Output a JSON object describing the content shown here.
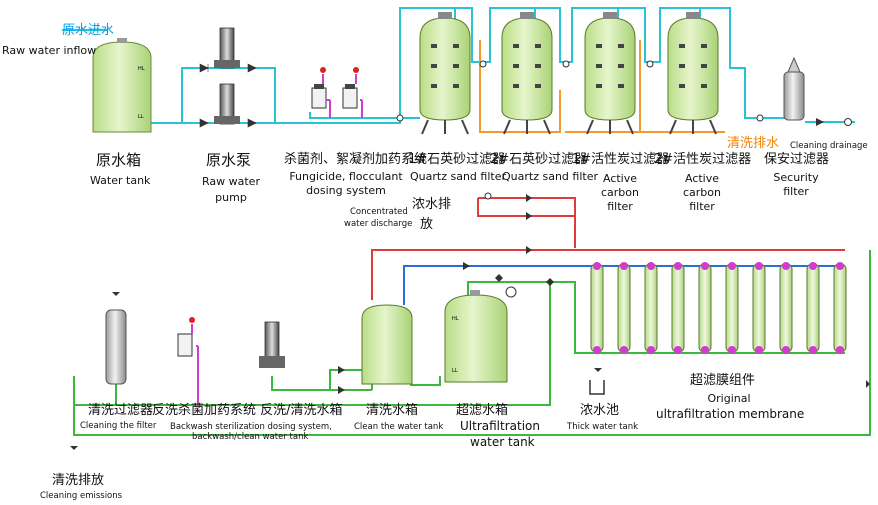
{
  "colors": {
    "cyan_pipe": "#28c3d4",
    "red_pipe": "#e23b3b",
    "green_pipe": "#3cb83c",
    "blue_pipe": "#2a6fd6",
    "orange_pipe": "#f39a2b",
    "magenta_pipe": "#d23ad2",
    "tank_green": "#cfe9a6",
    "label_cyan": "#00a0e9",
    "label_orange": "#f08300"
  },
  "labels": {
    "raw_water_inflow_cn": "原水进水",
    "raw_water_inflow_en": "Raw water inflow",
    "raw_tank_cn": "原水箱",
    "raw_tank_en": "Water tank",
    "raw_pump_cn": "原水泵",
    "raw_pump_en1": "Raw water",
    "raw_pump_en2": "pump",
    "dosing_cn": "杀菌剂、絮凝剂加药系统",
    "dosing_en1": "Fungicide, flocculant",
    "dosing_en2": "dosing system",
    "sand1_cn": "1#石英砂过滤器",
    "sand1_en": "Quartz sand filter",
    "sand2_cn": "2#石英砂过滤器",
    "sand2_en": "Quartz sand filter",
    "carbon1_cn": "1#活性炭过滤器",
    "carbon1_en1": "Active",
    "carbon1_en2": "carbon",
    "carbon1_en3": "filter",
    "carbon2_cn": "2#活性炭过滤器",
    "carbon2_en1": "Active",
    "carbon2_en2": "carbon",
    "carbon2_en3": "filter",
    "clean_drain_cn": "清洗排水",
    "clean_drain_en": "Cleaning drainage",
    "security_cn": "保安过滤器",
    "security_en1": "Security",
    "security_en2": "filter",
    "conc_en1": "Concentrated",
    "conc_en2": "water discharge",
    "conc_cn1": "浓水排",
    "conc_cn2": "放",
    "uf_module_cn": "超滤膜组件",
    "uf_module_en1": "Original",
    "uf_module_en2": "ultrafiltration membrane",
    "clean_filter_cn": "清洗过滤器",
    "clean_filter_en": "Cleaning the filter",
    "backwash_cn": "反洗杀菌加药系统 反洗/清洗水箱",
    "backwash_en1": "Backwash sterilization dosing system,",
    "backwash_en2": "backwash/clean water tank",
    "clean_tank_cn": "清洗水箱",
    "clean_tank_en": "Clean the water tank",
    "uf_tank_cn": "超滤水箱",
    "uf_tank_en1": "Ultrafiltration",
    "uf_tank_en2": "water tank",
    "thick_cn": "浓水池",
    "thick_en": "Thick water tank",
    "emission_cn": "清洗排放",
    "emission_en": "Cleaning emissions",
    "hl": "HL",
    "ll": "LL"
  }
}
